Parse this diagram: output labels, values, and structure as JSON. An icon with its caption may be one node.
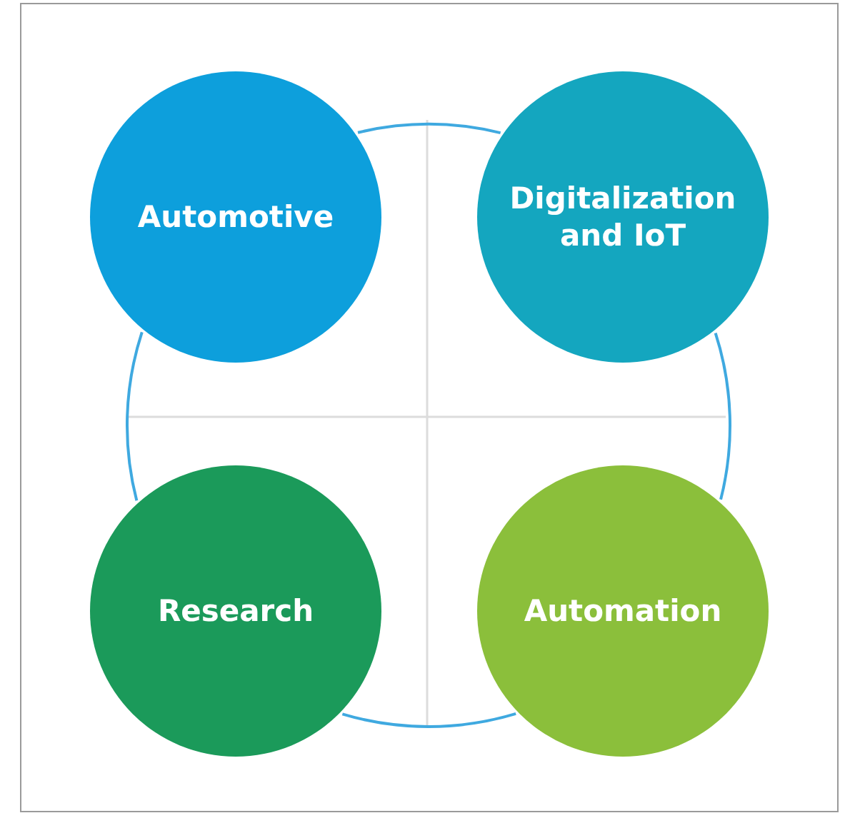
{
  "diagram": {
    "nodes": [
      {
        "text": [
          "Automotive"
        ]
      },
      {
        "text": [
          "Digitalization and IoT"
        ]
      },
      {
        "text": [
          "Research"
        ]
      },
      {
        "text": [
          "Automation"
        ]
      }
    ]
  }
}
